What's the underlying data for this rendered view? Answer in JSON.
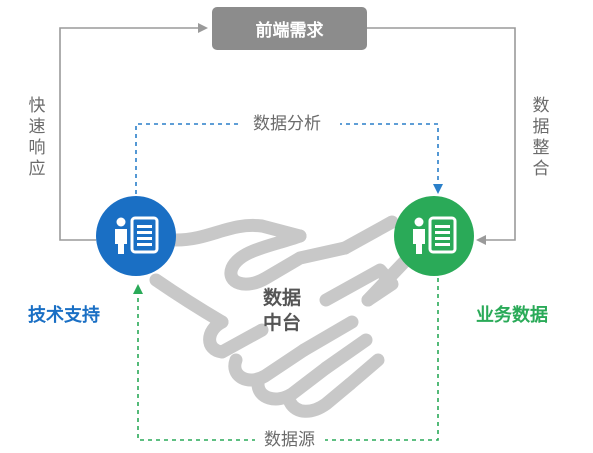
{
  "top_node": {
    "label": "前端需求"
  },
  "left_arrow_label": "快速响应",
  "right_arrow_label": "数据整合",
  "top_flow_label": "数据分析",
  "bottom_flow_label": "数据源",
  "center_label": {
    "line1": "数据",
    "line2": "中台"
  },
  "left_node": {
    "label": "技术支持",
    "color": "#1a6fc4",
    "icon": "person-document-icon"
  },
  "right_node": {
    "label": "业务数据",
    "color": "#2aaa58",
    "icon": "person-document-icon"
  },
  "colors": {
    "solid_line": "#9a9a9a",
    "dashed_blue": "#2a7fc9",
    "dashed_green": "#2aaa58",
    "handshake": "#c8c8c8",
    "box": "#8c8c8c"
  }
}
